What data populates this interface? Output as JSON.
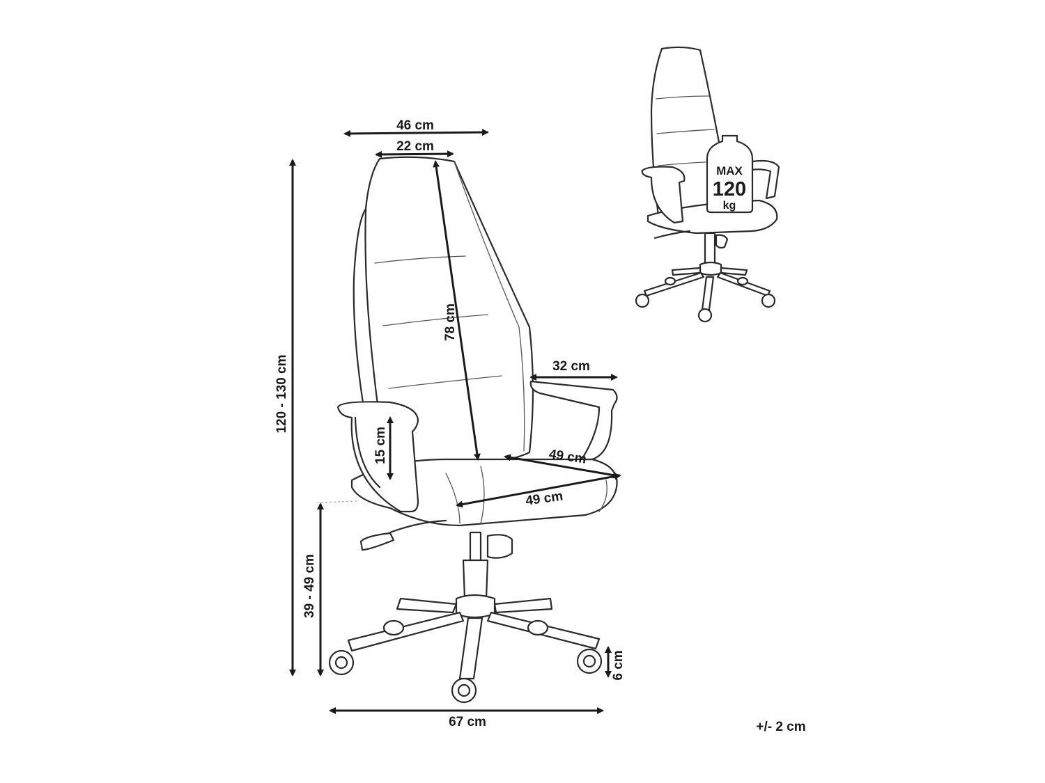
{
  "dimensions": {
    "backrest_width": "46 cm",
    "headrest_width": "22 cm",
    "backrest_height": "78 cm",
    "total_height": "120 - 130 cm",
    "armrest_length": "32 cm",
    "armrest_height": "15 cm",
    "seat_depth": "49 cm",
    "seat_width": "49 cm",
    "seat_height": "39 - 49 cm",
    "caster_height": "6 cm",
    "base_width": "67 cm"
  },
  "tolerance": "+/- 2 cm",
  "weight_badge": {
    "line1": "MAX",
    "line2": "120",
    "line3": "kg"
  },
  "colors": {
    "line": "#2a2a2a",
    "text": "#1a1a1a",
    "background": "#ffffff"
  }
}
